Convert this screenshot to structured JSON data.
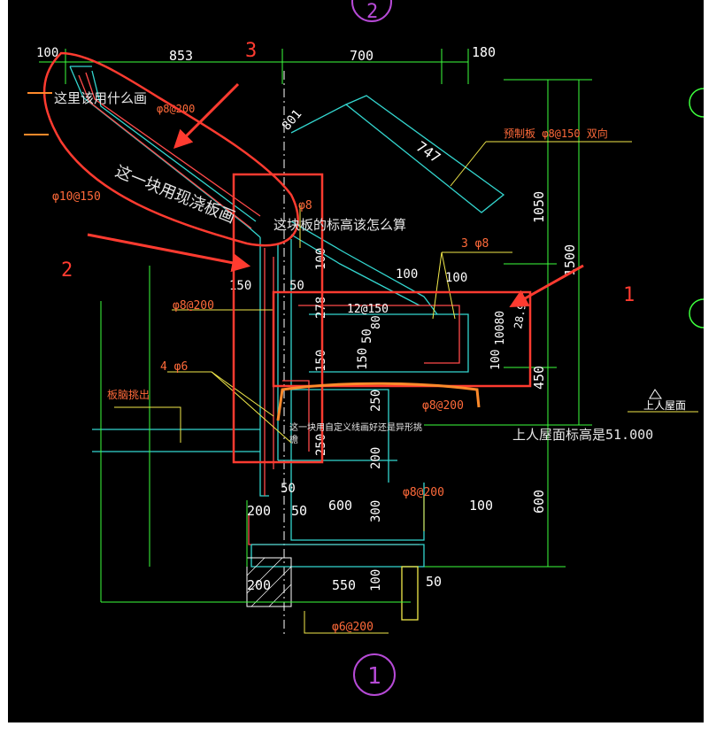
{
  "colors": {
    "background": "#000000",
    "dimension": "#ffffff",
    "extension": "#3dff3d",
    "concrete": "#33d6cf",
    "rebar": "#ff4a4a",
    "rebar_label": "#ff6a3a",
    "leader": "#f2e94a",
    "axis_circle": "#b64ad6",
    "markup": "#ff3b30",
    "markup_orange": "#ff8a2b",
    "note": "#e6e6e6"
  },
  "axis": {
    "top": "2",
    "bottom": "1"
  },
  "top_dims": {
    "d1": "100",
    "d2": "853",
    "d3": "700",
    "d4": "180"
  },
  "right_dims": {
    "d1050": "1050",
    "d1500": "1500",
    "d450": "450",
    "d600": "600"
  },
  "inner_dims": {
    "d801": "801",
    "d747": "747",
    "d150a": "150",
    "d50a": "50",
    "d100a": "100",
    "d278": "278",
    "d80": "80",
    "d50b": "50",
    "d150b": "150",
    "d150c": "150",
    "d100b": "100",
    "d100c": "100",
    "d100080": "10080",
    "d2898": "28.95°",
    "d100d": "100",
    "d250a": "250",
    "d250b": "250",
    "d200a": "200",
    "d50c": "50",
    "d200b": "200",
    "d50d": "50",
    "d600": "600",
    "d300": "300",
    "d100e": "100",
    "d200c": "200",
    "d550": "550",
    "d100f": "100",
    "d50e": "50",
    "d12": "12@150"
  },
  "rebar_labels": {
    "precast": "预制板 φ8@150 双向",
    "phi10": "φ10@150",
    "phi8_top": "φ8@200",
    "phi8_mid": "φ8@200",
    "phi8_b": "φ8",
    "three_phi8": "3 φ8",
    "four_phi6": "4 φ6",
    "phi6_200": "φ6@200",
    "phi8_200_low": "φ8@200",
    "phi8_200_right": "φ8@200",
    "board": "板脑挑出",
    "shangren": "上人屋面"
  },
  "markup": {
    "n1": "1",
    "n2": "2",
    "n3": "3",
    "q1": "这里该用什么画",
    "q2": "这一块用现浇板画",
    "q3": "这块板的标高该怎么算",
    "q4": "这一块用自定义线画好还是异形挑",
    "q4b": "檐",
    "elev": "上人屋面标高是51.000"
  }
}
